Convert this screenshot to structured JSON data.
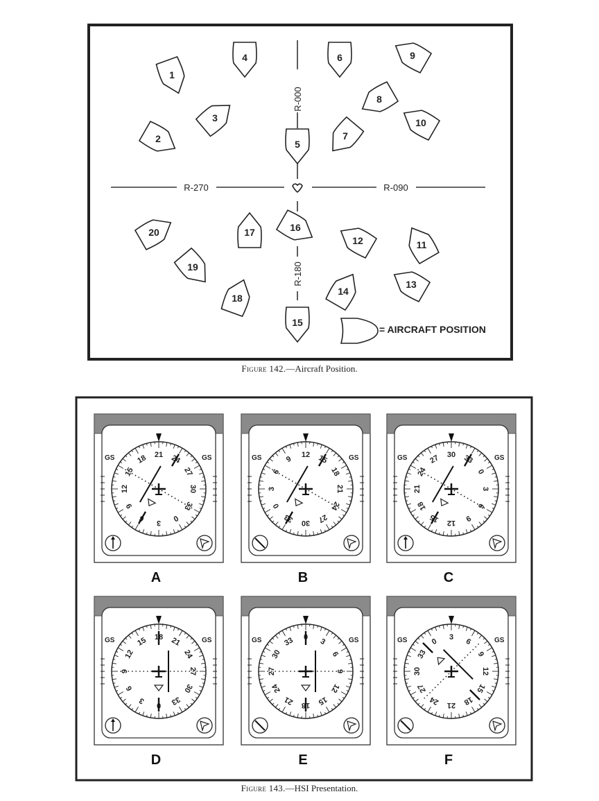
{
  "figure142": {
    "caption_prefix": "Figure 142.",
    "caption_text": "—Aircraft Position.",
    "radials": {
      "north": "R-000",
      "east": "R-090",
      "south": "R-180",
      "west": "R-270"
    },
    "legend_text": "= AIRCRAFT POSITION",
    "positions": [
      "1",
      "2",
      "3",
      "4",
      "5",
      "6",
      "7",
      "8",
      "9",
      "10",
      "11",
      "12",
      "13",
      "14",
      "15",
      "16",
      "17",
      "18",
      "19",
      "20"
    ]
  },
  "figure143": {
    "caption_prefix": "Figure 143.",
    "caption_text": "—HSI Presentation.",
    "instruments": [
      {
        "letter": "A",
        "heading_at_top": "21",
        "ticks": [
          "21",
          "24",
          "27",
          "30",
          "33",
          "0",
          "3",
          "6",
          "9",
          "12",
          "15",
          "18"
        ],
        "gs": "GS",
        "course_deg": -150,
        "to_from": "TO",
        "left_icon": "needle-up",
        "right_icon": "arrowhead"
      },
      {
        "letter": "B",
        "heading_at_top": "12",
        "ticks": [
          "12",
          "15",
          "18",
          "21",
          "24",
          "27",
          "30",
          "33",
          "0",
          "3",
          "6",
          "9"
        ],
        "gs": "GS",
        "course_deg": -150,
        "to_from": "TO",
        "left_icon": "diagonal",
        "right_icon": "arrowhead"
      },
      {
        "letter": "C",
        "heading_at_top": "30",
        "ticks": [
          "30",
          "33",
          "0",
          "3",
          "6",
          "9",
          "12",
          "15",
          "18",
          "21",
          "24",
          "27"
        ],
        "gs": "GS",
        "course_deg": -150,
        "to_from": "TO",
        "left_icon": "needle-up",
        "right_icon": "arrowhead"
      },
      {
        "letter": "D",
        "heading_at_top": "18",
        "ticks": [
          "18",
          "21",
          "24",
          "27",
          "30",
          "33",
          "0",
          "3",
          "6",
          "9",
          "12",
          "15"
        ],
        "gs": "GS",
        "course_deg": 0,
        "to_from": "FROM",
        "left_icon": "needle-up",
        "right_icon": "arrowhead"
      },
      {
        "letter": "E",
        "heading_at_top": "0",
        "ticks": [
          "0",
          "3",
          "6",
          "9",
          "12",
          "15",
          "18",
          "21",
          "24",
          "27",
          "30",
          "33"
        ],
        "gs": "GS",
        "course_deg": 0,
        "to_from": "FROM",
        "left_icon": "diagonal",
        "right_icon": "arrowhead"
      },
      {
        "letter": "F",
        "heading_at_top": "3",
        "ticks": [
          "3",
          "6",
          "9",
          "12",
          "15",
          "18",
          "21",
          "24",
          "27",
          "30",
          "33",
          "0"
        ],
        "gs": "GS",
        "course_deg": -45,
        "to_from": "TO",
        "left_icon": "diagonal",
        "right_icon": "arrowhead"
      }
    ]
  }
}
